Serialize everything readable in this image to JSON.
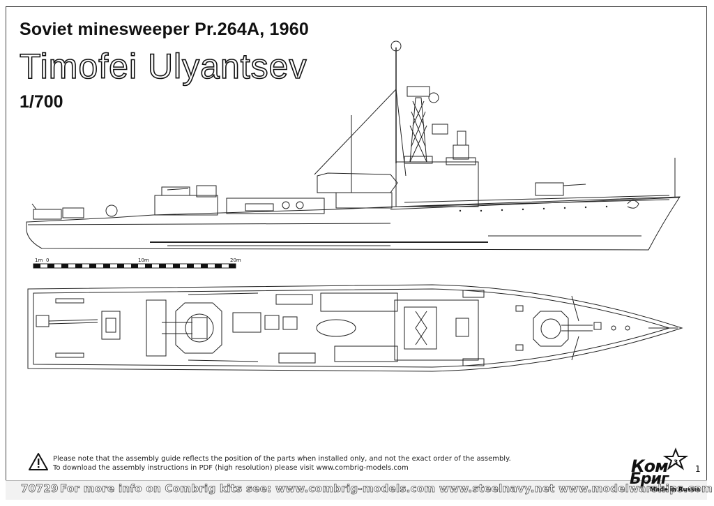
{
  "header": {
    "title": "Soviet minesweeper Pr.264A, 1960",
    "ship_name": "Timofei Ulyantsev",
    "scale": "1/700"
  },
  "scale_bar": {
    "labels": [
      "1m",
      "0",
      "10m",
      "20m"
    ]
  },
  "notice": {
    "icon": "warning-triangle-icon",
    "line1": "Please note that the assembly guide reflects the position of the parts when installed only, and not the exact order of the assembly.",
    "line2": "To download the assembly instructions in PDF (high resolution) please visit www.combrig-models.com"
  },
  "footer": {
    "code": "70729",
    "info": "For more info on Combrig kits see: www.combrig-models.com www.steelnavy.net  www.modelwarships.com"
  },
  "logo": {
    "line1": "Ком",
    "line2": "Бриг",
    "made_in": "Made in Russia",
    "star_text": "3"
  },
  "page_number": "1"
}
